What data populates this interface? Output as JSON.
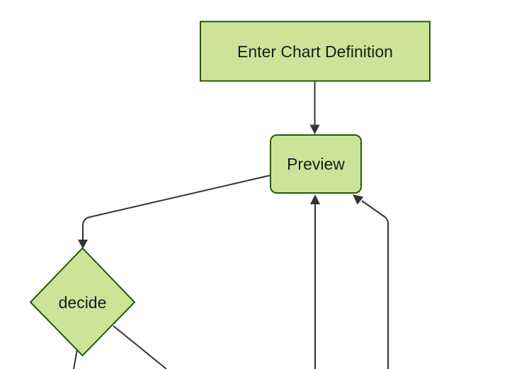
{
  "diagram": {
    "type": "flowchart",
    "theme": "forest-green",
    "background_color": "#ffffff",
    "node_fill_color": "#cde498",
    "node_border_color": "#25590f",
    "edge_color": "#333333",
    "arrowhead_color": "#333333",
    "text_color": "#1b1b1b",
    "nodes": [
      {
        "id": "enter-chart-definition",
        "label": "Enter Chart Definition",
        "shape": "rectangle"
      },
      {
        "id": "preview",
        "label": "Preview",
        "shape": "rounded-rectangle"
      },
      {
        "id": "decide",
        "label": "decide",
        "shape": "diamond"
      }
    ],
    "edges": [
      {
        "from": "enter-chart-definition",
        "to": "preview",
        "arrowhead": "down-into-preview-top"
      },
      {
        "from": "preview",
        "to": "decide",
        "arrowhead": "down-into-decide-top"
      },
      {
        "from": "decide",
        "to": "offscreen-bottom-left",
        "arrowhead": "none-visible"
      },
      {
        "from": "decide",
        "to": "offscreen-bottom-right",
        "arrowhead": "none-visible"
      },
      {
        "from": "offscreen-bottom",
        "to": "preview",
        "arrowhead": "up-into-preview-bottom"
      },
      {
        "from": "offscreen-bottom-right",
        "to": "preview",
        "arrowhead": "up-left-into-preview-bottom-right-corner"
      }
    ]
  }
}
